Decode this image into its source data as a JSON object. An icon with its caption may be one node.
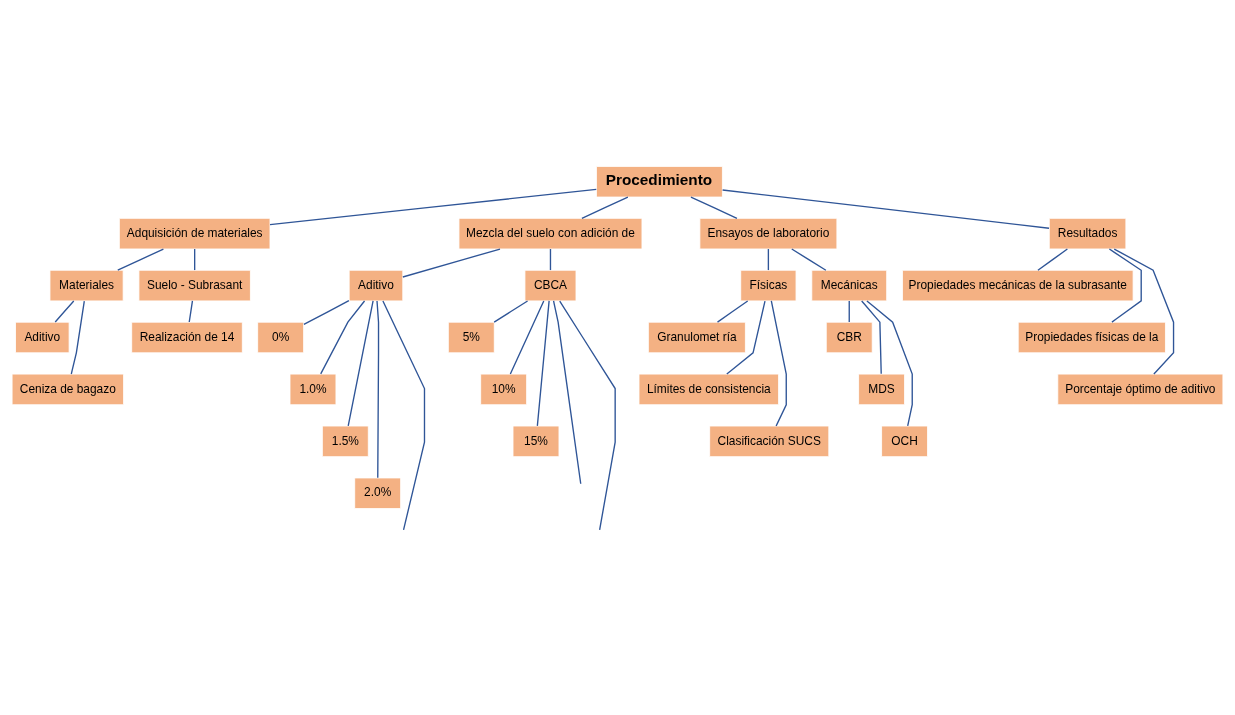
{
  "diagram": {
    "nodes": [
      {
        "text": [
          "Procedimiento"
        ]
      },
      {
        "text": [
          "Adquisición de materiales"
        ]
      },
      {
        "text": [
          "Mezcla del suelo con adición de"
        ]
      },
      {
        "text": [
          "Ensayos de laboratorio"
        ]
      },
      {
        "text": [
          "Resultados"
        ]
      },
      {
        "text": [
          "Materiales"
        ]
      },
      {
        "text": [
          "Suelo - Subrasant"
        ]
      },
      {
        "text": [
          "Aditivo"
        ]
      },
      {
        "text": [
          "Ceniza de bagazo"
        ]
      },
      {
        "text": [
          "Realización de 14"
        ]
      },
      {
        "text": [
          "Aditivo"
        ]
      },
      {
        "text": [
          "CBCA"
        ]
      },
      {
        "text": [
          "0%"
        ]
      },
      {
        "text": [
          "1.0%"
        ]
      },
      {
        "text": [
          "1.5%"
        ]
      },
      {
        "text": [
          "2.0%"
        ]
      },
      {
        "text": [
          "5%"
        ]
      },
      {
        "text": [
          "10%"
        ]
      },
      {
        "text": [
          "15%"
        ]
      },
      {
        "text": [
          "Físicas"
        ]
      },
      {
        "text": [
          "Mecánicas"
        ]
      },
      {
        "text": [
          "Granulomet ría"
        ]
      },
      {
        "text": [
          "Límites de consistencia"
        ]
      },
      {
        "text": [
          "Clasificación SUCS"
        ]
      },
      {
        "text": [
          "CBR"
        ]
      },
      {
        "text": [
          "MDS"
        ]
      },
      {
        "text": [
          "OCH"
        ]
      },
      {
        "text": [
          "Propiedades mecánicas de la subrasante"
        ]
      },
      {
        "text": [
          "Propiedades físicas de la"
        ]
      },
      {
        "text": [
          "Porcentaje óptimo de aditivo"
        ]
      }
    ],
    "edges": [
      {
        "from": 0,
        "to": 1,
        "arrow": "none"
      },
      {
        "from": 0,
        "to": 2,
        "arrow": "none"
      },
      {
        "from": 0,
        "to": 3,
        "arrow": "none"
      },
      {
        "from": 0,
        "to": 4,
        "arrow": "none"
      },
      {
        "from": 1,
        "to": 5,
        "arrow": "none"
      },
      {
        "from": 1,
        "to": 6,
        "arrow": "none"
      },
      {
        "from": 5,
        "to": 7,
        "arrow": "none"
      },
      {
        "from": 5,
        "to": 8,
        "arrow": "none"
      },
      {
        "from": 6,
        "to": 9,
        "arrow": "none"
      },
      {
        "from": 2,
        "to": 10,
        "arrow": "none"
      },
      {
        "from": 2,
        "to": 11,
        "arrow": "none"
      },
      {
        "from": 10,
        "to": 12,
        "arrow": "none"
      },
      {
        "from": 10,
        "to": 13,
        "arrow": "none"
      },
      {
        "from": 10,
        "to": 14,
        "arrow": "none"
      },
      {
        "from": 10,
        "to": 15,
        "arrow": "none"
      },
      {
        "from": 10,
        "to": null,
        "arrow": "none"
      },
      {
        "from": 11,
        "to": 16,
        "arrow": "none"
      },
      {
        "from": 11,
        "to": 17,
        "arrow": "none"
      },
      {
        "from": 11,
        "to": 18,
        "arrow": "none"
      },
      {
        "from": 11,
        "to": null,
        "arrow": "none"
      },
      {
        "from": 11,
        "to": null,
        "arrow": "none"
      },
      {
        "from": 3,
        "to": 19,
        "arrow": "none"
      },
      {
        "from": 3,
        "to": 20,
        "arrow": "none"
      },
      {
        "from": 19,
        "to": 21,
        "arrow": "none"
      },
      {
        "from": 19,
        "to": 22,
        "arrow": "none"
      },
      {
        "from": 19,
        "to": 23,
        "arrow": "none"
      },
      {
        "from": 20,
        "to": 24,
        "arrow": "none"
      },
      {
        "from": 20,
        "to": 25,
        "arrow": "none"
      },
      {
        "from": 20,
        "to": 26,
        "arrow": "none"
      },
      {
        "from": 4,
        "to": 27,
        "arrow": "none"
      },
      {
        "from": 4,
        "to": 28,
        "arrow": "none"
      },
      {
        "from": 4,
        "to": 29,
        "arrow": "none"
      }
    ]
  }
}
